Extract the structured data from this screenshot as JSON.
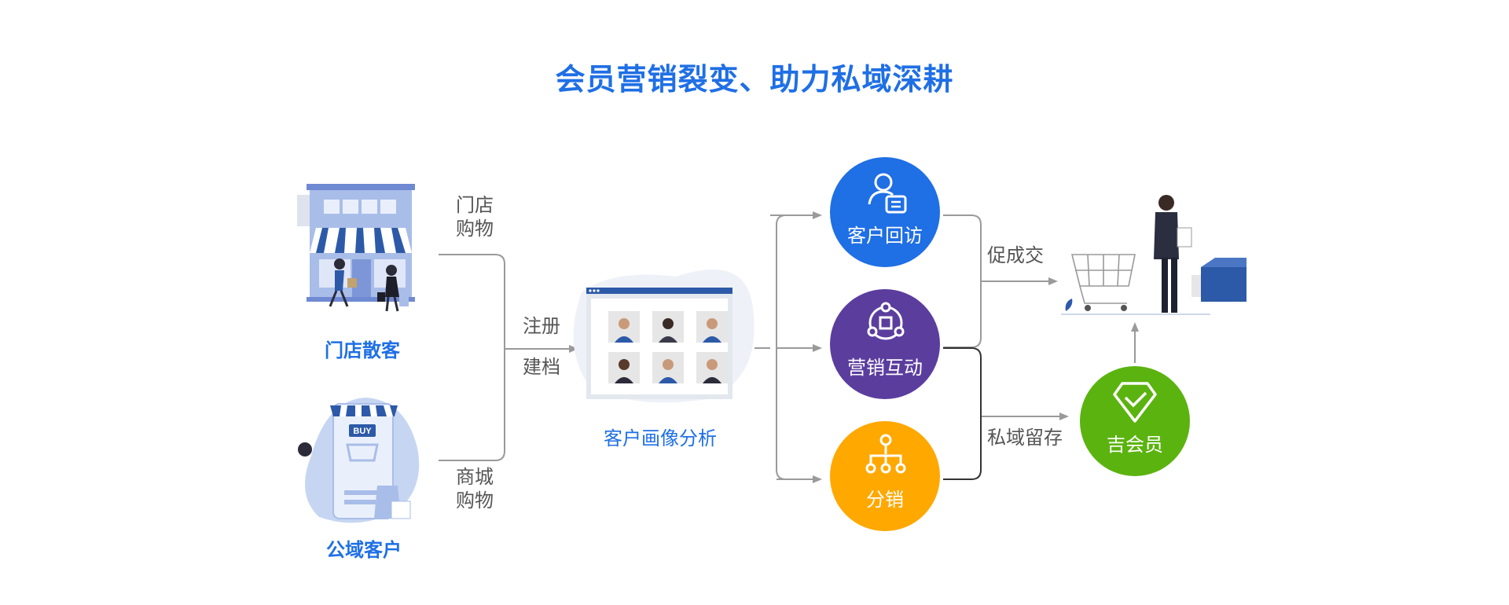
{
  "title": "会员营销裂变、助力私域深耕",
  "sources": [
    {
      "name": "门店散客",
      "action_line1": "门店",
      "action_line2": "购物"
    },
    {
      "name": "公域客户",
      "action_line1": "商城",
      "action_line2": "购物"
    }
  ],
  "merge_label": {
    "line1": "注册",
    "line2": "建档"
  },
  "profile": {
    "label": "客户画像分析",
    "mall_badge": "BUY"
  },
  "actions": [
    {
      "label": "客户回访",
      "icon": "user-card-icon",
      "color": "#1f6fe5"
    },
    {
      "label": "营销互动",
      "icon": "interaction-cycle-icon",
      "color": "#5b3d9e"
    },
    {
      "label": "分销",
      "icon": "distribution-tree-icon",
      "color": "#ffa800"
    }
  ],
  "outcomes": {
    "deal": "促成交",
    "retain": "私域留存"
  },
  "member": {
    "label": "吉会员",
    "icon": "diamond-check-icon",
    "color": "#5bb30f"
  },
  "colors": {
    "primary": "#1f6fe5",
    "line": "#9a9a9a",
    "dark_line": "#333333"
  }
}
